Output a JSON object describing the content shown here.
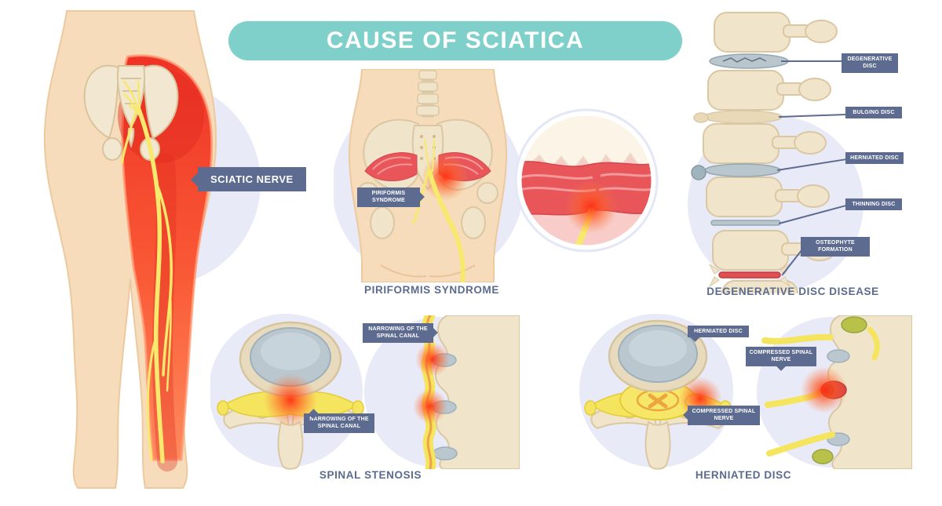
{
  "title": "CAUSE OF SCIATICA",
  "captions": {
    "piriformis": "PIRIFORMIS SYNDROME",
    "degenerative": "DEGENERATIVE DISC DISEASE",
    "stenosis": "SPINAL STENOSIS",
    "herniated": "HERNIATED DISC"
  },
  "labels": {
    "sciatic_nerve": "SCIATIC NERVE",
    "piriformis_syndrome": "PIRIFORMIS SYNDROME",
    "degenerative_disc": "DEGENERATIVE DISC",
    "bulging_disc": "BULGING DISC",
    "herniated_disc": "HERNIATED DISC",
    "thinning_disc": "THINNING DISC",
    "osteophyte_formation": "OSTEOPHYTE FORMATION",
    "narrowing_canal_top": "NARROWING OF THE SPINAL CANAL",
    "narrowing_canal_bottom": "NARROWING OF THE SPINAL CANAL",
    "herniated_disc_tag": "HERNIATED DISC",
    "compressed_nerve_right": "COMPRESSED SPINAL NERVE",
    "compressed_nerve_bottom": "COMPRESSED SPINAL NERVE"
  },
  "colors": {
    "banner": "#7fd0ca",
    "banner_text": "#ffffff",
    "tag_bg": "#5c6b8f",
    "caption_text": "#5b6b8e",
    "skin": "#f6dcba",
    "bone": "#f0e4cb",
    "nerve_yellow": "#f5e45e",
    "muscle_red": "#e8565a",
    "pain_red": "#f2392b",
    "disc_blue": "#b9c6ce",
    "background_circle": "#e9eaf7"
  }
}
